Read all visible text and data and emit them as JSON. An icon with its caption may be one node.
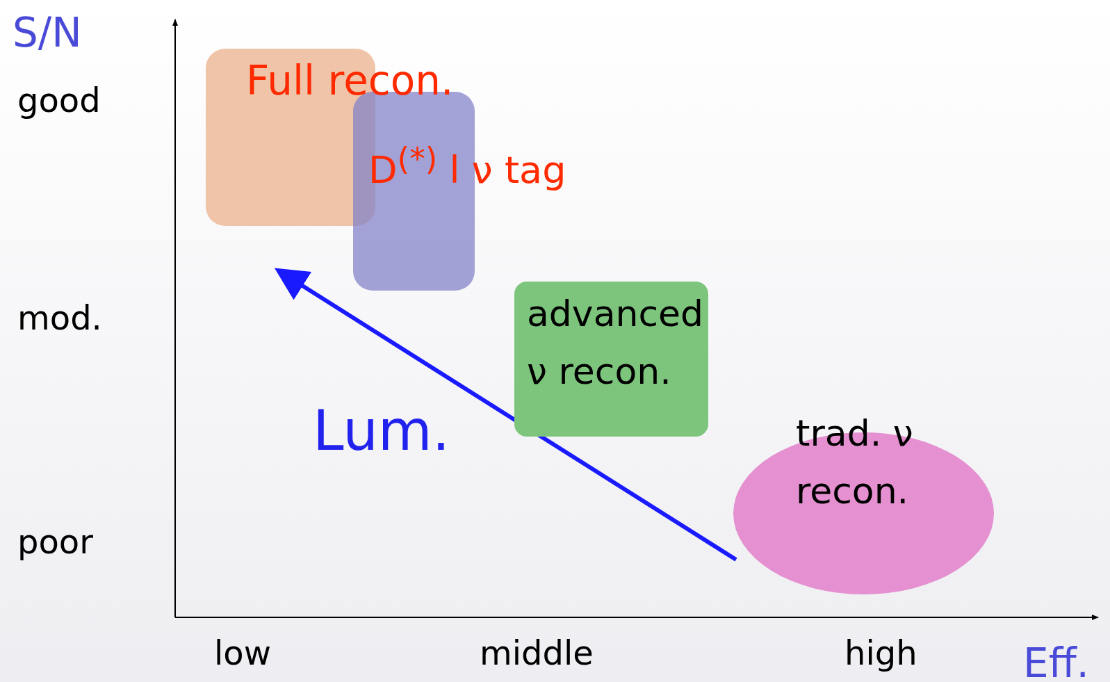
{
  "diagram": {
    "nodes": [
      {
        "text": [
          "Full recon."
        ]
      },
      {
        "text": [
          "D$^{(*)}$ l ν tag"
        ]
      },
      {
        "text": [
          "advanced ν recon."
        ]
      },
      {
        "text": [
          "trad. ν recon."
        ]
      }
    ],
    "edges": [],
    "labels": [
      "S/N",
      "good",
      "mod.",
      "poor",
      "Lum.",
      "low",
      "middle",
      "high",
      "Eff."
    ]
  }
}
